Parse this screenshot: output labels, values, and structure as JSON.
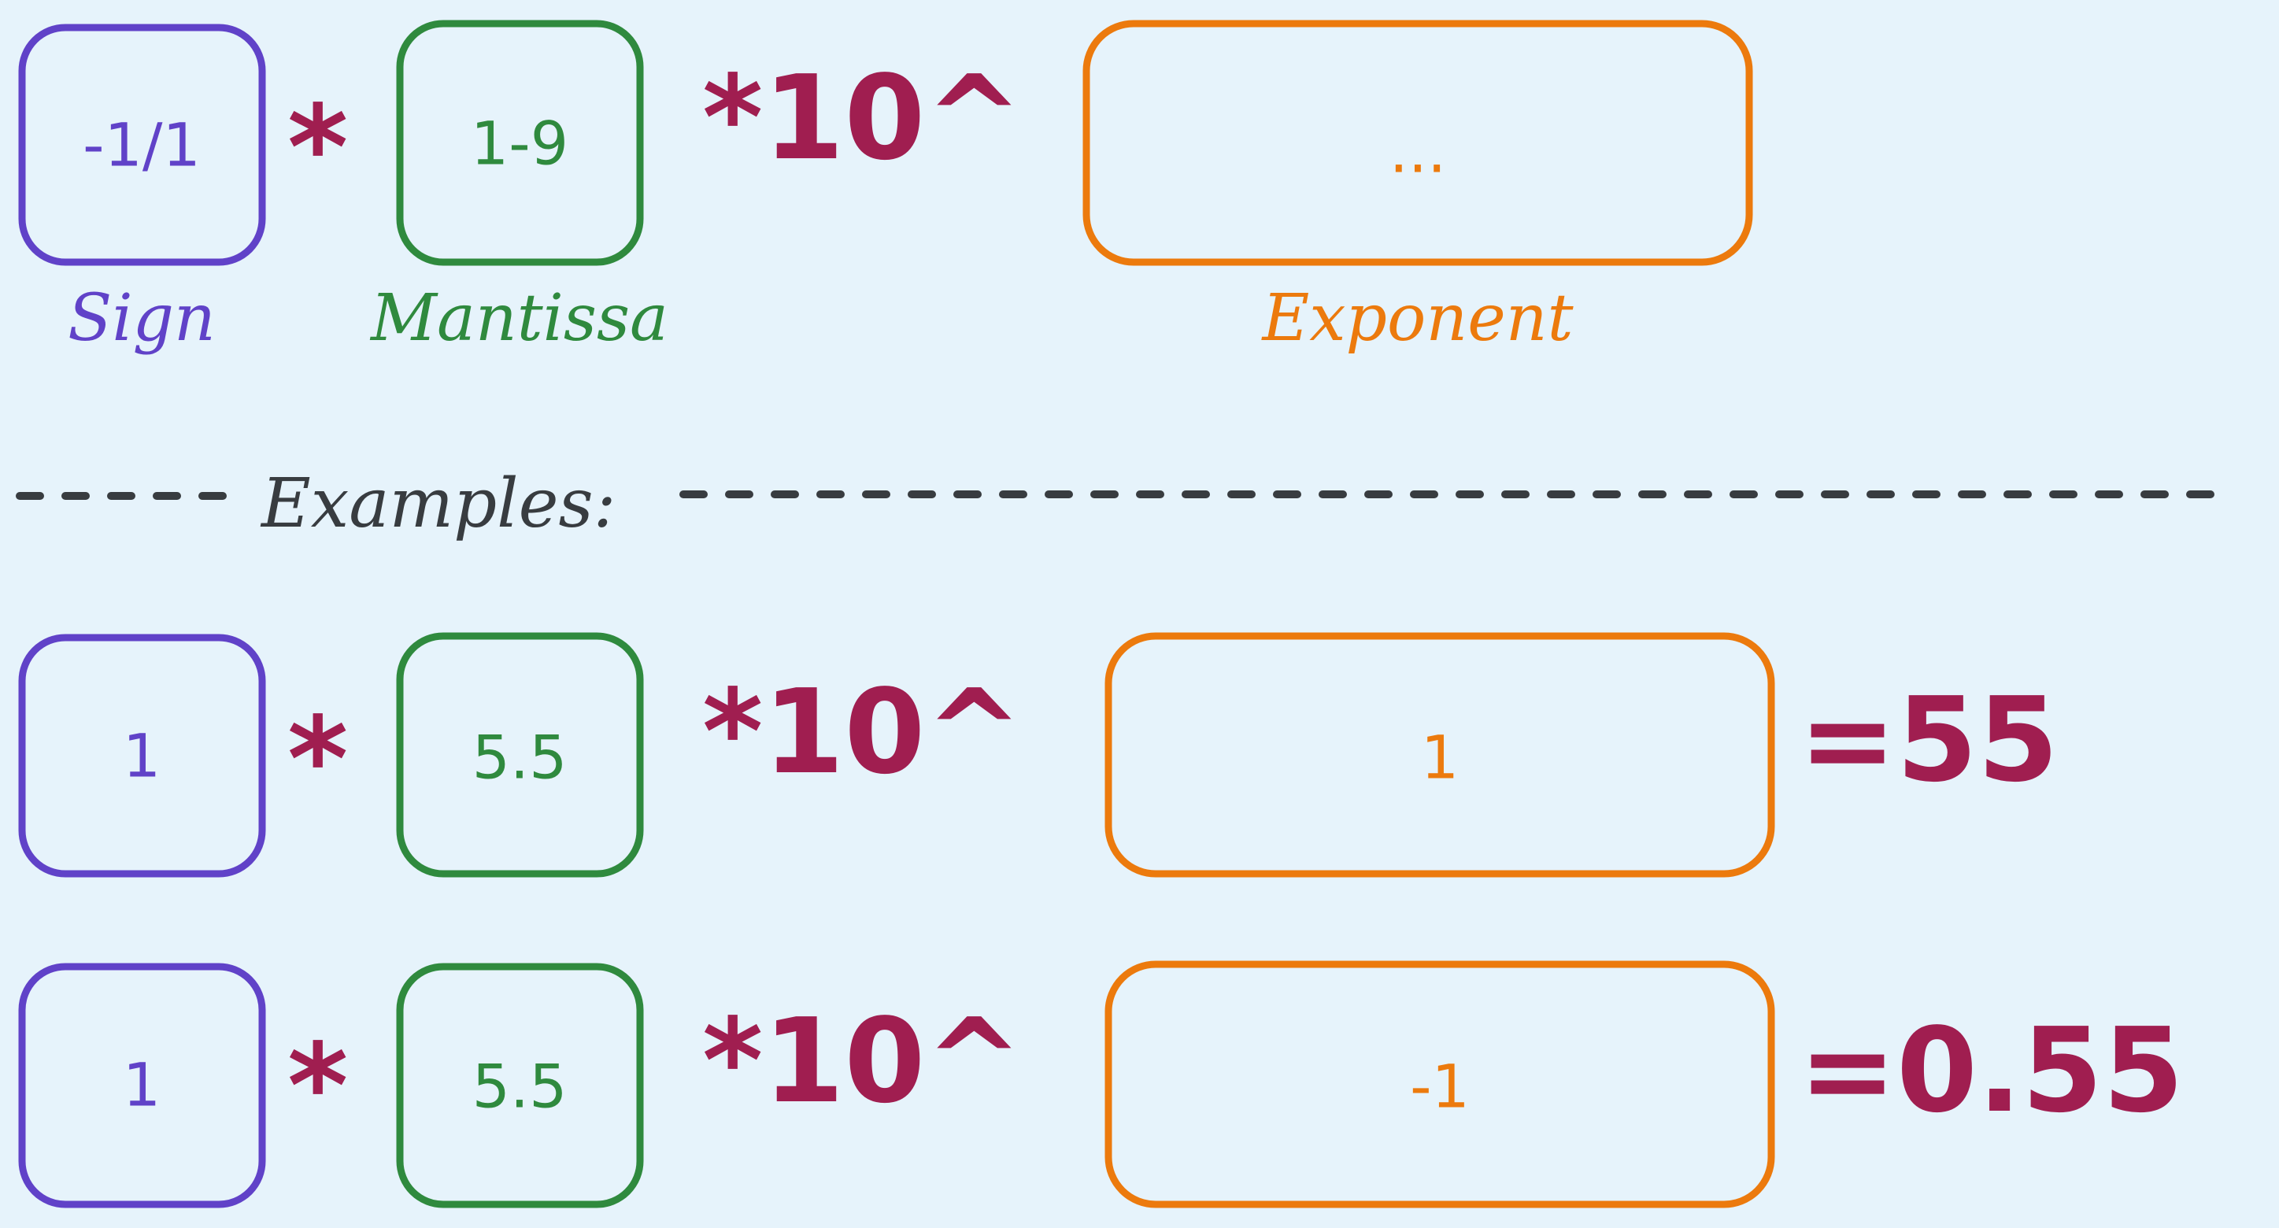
{
  "colors": {
    "background": "#e6f3fb",
    "sign": "#6042c8",
    "mantissa": "#2f8a3e",
    "exponent": "#ec7a0d",
    "operator": "#a01e50",
    "separator": "#383c40"
  },
  "formula": {
    "sign_value": "-1/1",
    "times": "*",
    "mantissa_value": "1-9",
    "base_power": "*10^",
    "exponent_value": "..."
  },
  "labels": {
    "sign": "Sign",
    "mantissa": "Mantissa",
    "exponent": "Exponent"
  },
  "separator": {
    "label": "Examples:"
  },
  "examples": [
    {
      "sign": "1",
      "times": "*",
      "mantissa": "5.5",
      "base_power": "*10^",
      "exponent": "1",
      "result": "=55"
    },
    {
      "sign": "1",
      "times": "*",
      "mantissa": "5.5",
      "base_power": "*10^",
      "exponent": "-1",
      "result": "=0.55"
    }
  ]
}
